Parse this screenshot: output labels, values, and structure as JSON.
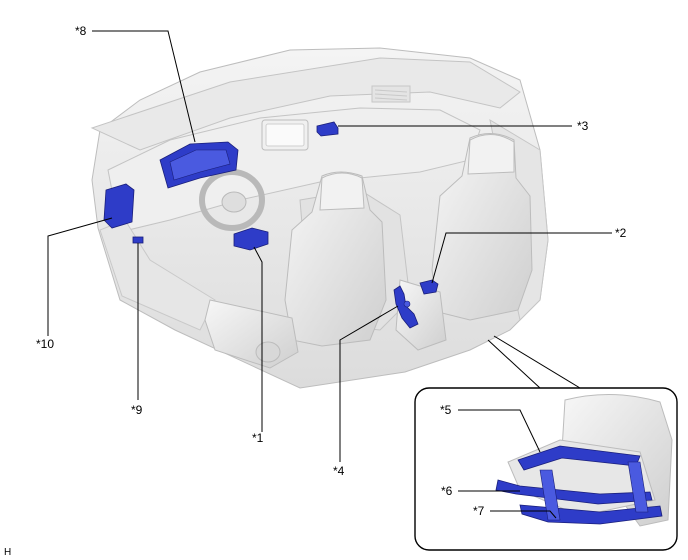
{
  "callouts": {
    "c1": "*1",
    "c2": "*2",
    "c3": "*3",
    "c4": "*4",
    "c5": "*5",
    "c6": "*6",
    "c7": "*7",
    "c8": "*8",
    "c9": "*9",
    "c10": "*10"
  },
  "corner_mark": "H",
  "colors": {
    "highlight": "#2e3cc8",
    "interior": "#ececec",
    "outline": "#000000"
  }
}
